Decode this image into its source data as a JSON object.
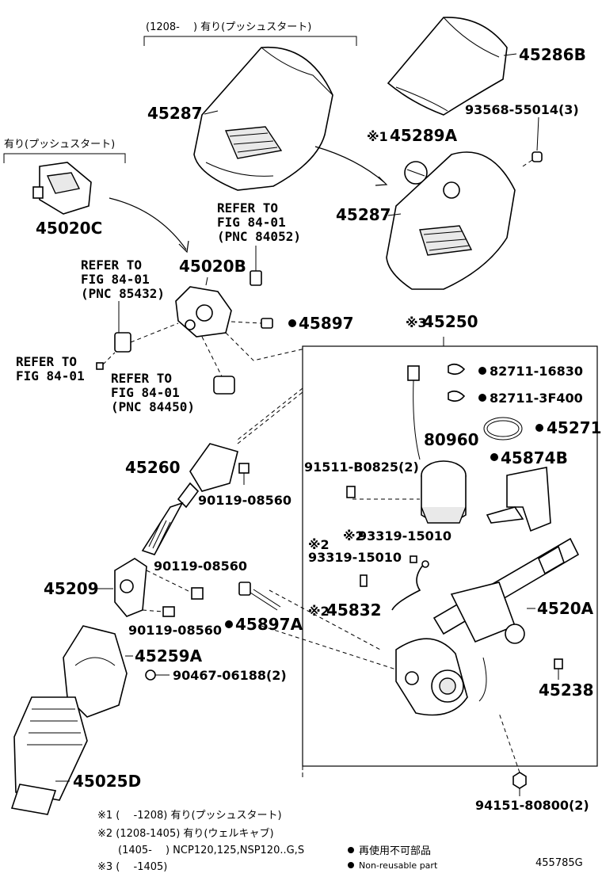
{
  "brackets": {
    "top": "(1208-　 ) 有り(プッシュスタート)",
    "left": "有り(プッシュスタート)"
  },
  "parts": {
    "p45286B": "45286B",
    "p45287_top": "45287",
    "p93568": "93568-55014(3)",
    "p45289A_mark": "※1",
    "p45289A": "45289A",
    "p45287_mid": "45287",
    "p45020C": "45020C",
    "p45020B": "45020B",
    "p45897": "45897",
    "p45250_mark": "※3",
    "p45250": "45250",
    "p82711_16830": "82711-16830",
    "p82711_3F400": "82711-3F400",
    "p45271": "45271",
    "p80960": "80960",
    "p91511": "91511-B0825(2)",
    "p45874B": "45874B",
    "p45260": "45260",
    "p90119_a": "90119-08560",
    "p93319_a_mark": "※2",
    "p93319_a": "93319-15010",
    "p93319_b_mark": "※2",
    "p93319_b": "93319-15010",
    "p90119_b": "90119-08560",
    "p45209": "45209",
    "p45832_mark": "※2",
    "p45832": "45832",
    "p4520A": "4520A",
    "p90119_c": "90119-08560",
    "p45897A": "45897A",
    "p45259A": "45259A",
    "p90467": "90467-06188(2)",
    "p45238": "45238",
    "p45025D": "45025D",
    "p94151": "94151-80800(2)"
  },
  "refs": {
    "r1_l1": "REFER TO",
    "r1_l2": "FIG 84-01",
    "r1_l3": "(PNC 84052)",
    "r2_l1": "REFER TO",
    "r2_l2": "FIG 84-01",
    "r2_l3": "(PNC 85432)",
    "r3_l1": "REFER TO",
    "r3_l2": "FIG 84-01",
    "r4_l1": "REFER TO",
    "r4_l2": "FIG 84-01",
    "r4_l3": "(PNC 84450)"
  },
  "footnotes": {
    "n1": "※1 (　 -1208) 有り(プッシュスタート)",
    "n2": "※2 (1208-1405) 有り(ウェルキャブ)",
    "n2b": "(1405-　 ) NCP120,125,NSP120..G,S",
    "n3": "※3 (　 -1405)"
  },
  "legend": {
    "jp": "再使用不可部品",
    "en": "Non-reusable part"
  },
  "figure_id": "455785G"
}
